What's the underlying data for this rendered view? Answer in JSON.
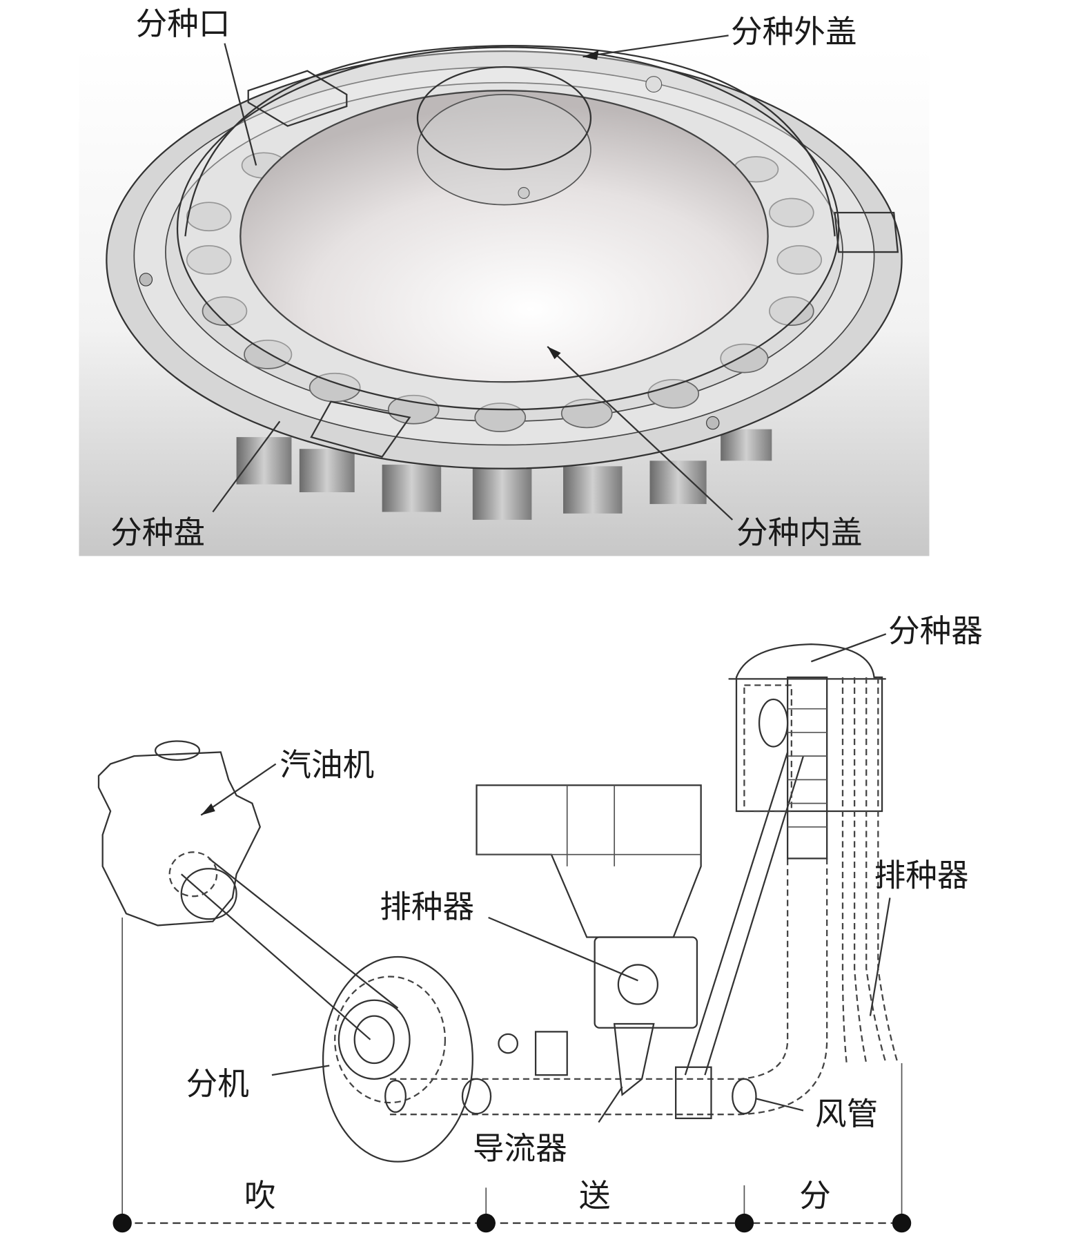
{
  "top_figure": {
    "labels": {
      "seed_outlet": "分种口",
      "outer_cover": "分种外盖",
      "seed_plate": "分种盘",
      "inner_cover": "分种内盖"
    }
  },
  "bottom_figure": {
    "labels": {
      "distributor": "分种器",
      "engine": "汽油机",
      "metering_device_center": "排种器",
      "metering_device_right": "排种器",
      "fan": "分机",
      "air_duct": "风管",
      "deflector": "导流器"
    },
    "stages": [
      "吹",
      "送",
      "分"
    ]
  }
}
